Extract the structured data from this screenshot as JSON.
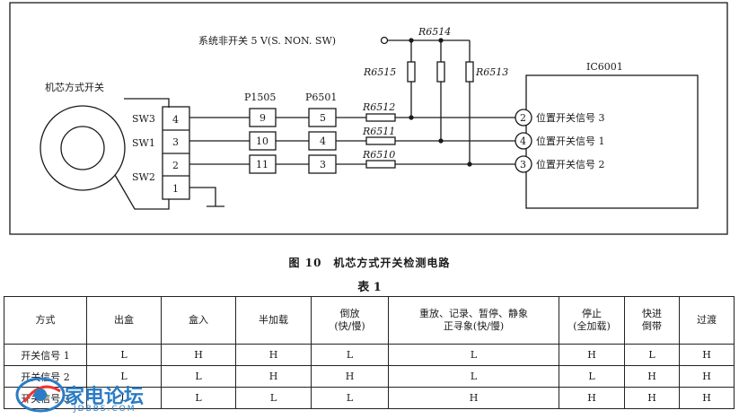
{
  "figure": {
    "supply_label": "系统非开关 5 V(S. NON. SW)",
    "switch_label": "机芯方式开关",
    "sw_labels": [
      "SW3",
      "SW1",
      "SW2"
    ],
    "switch_pins": [
      "4",
      "3",
      "2",
      "1"
    ],
    "p1505_label": "P1505",
    "p1505_pins": [
      "9",
      "10",
      "11"
    ],
    "p6501_label": "P6501",
    "p6501_pins": [
      "5",
      "4",
      "3"
    ],
    "resistors_top": [
      "R6514",
      "R6515",
      "R6513"
    ],
    "resistors_series": [
      "R6512",
      "R6511",
      "R6510"
    ],
    "ic_label": "IC6001",
    "ic_pins": [
      {
        "num": "2",
        "label": "位置开关信号 3"
      },
      {
        "num": "4",
        "label": "位置开关信号 1"
      },
      {
        "num": "3",
        "label": "位置开关信号 2"
      }
    ],
    "caption": "图 10　机芯方式开关检测电路"
  },
  "table": {
    "title": "表 1",
    "headers": [
      "方式",
      "出盒",
      "盒入",
      "半加载",
      "倒放\n(快/慢)",
      "重放、记录、暂停、静象\n正寻象(快/慢)",
      "停止\n(全加载)",
      "快进\n倒带",
      "过渡"
    ],
    "rows": [
      [
        "开关信号 1",
        "L",
        "H",
        "H",
        "L",
        "L",
        "H",
        "L",
        "H"
      ],
      [
        "开关信号 2",
        "L",
        "L",
        "H",
        "H",
        "L",
        "L",
        "H",
        "H"
      ],
      [
        "开关信号 3",
        "L",
        "L",
        "L",
        "L",
        "H",
        "H",
        "H",
        "H"
      ]
    ]
  },
  "watermark": {
    "brand": "家电论坛",
    "url": "JDBBS.COM"
  }
}
